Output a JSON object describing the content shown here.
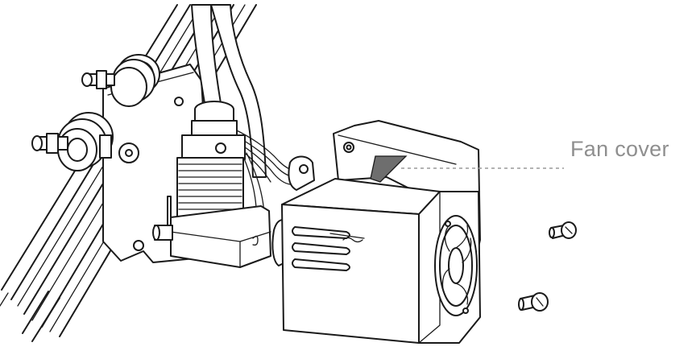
{
  "callout": {
    "label": "Fan cover"
  },
  "colors": {
    "line": "#1a1a1a",
    "label": "#8f8f8f",
    "leader": "#9a9a9a",
    "background": "#ffffff"
  },
  "parts": {
    "rail": "aluminum-extrusion-rail",
    "carriage": "x-carriage-plate",
    "wheels": "v-slot-wheel",
    "hotend": "hotend-assembly",
    "fan_cover": "fan-cover",
    "screws": "screw"
  }
}
